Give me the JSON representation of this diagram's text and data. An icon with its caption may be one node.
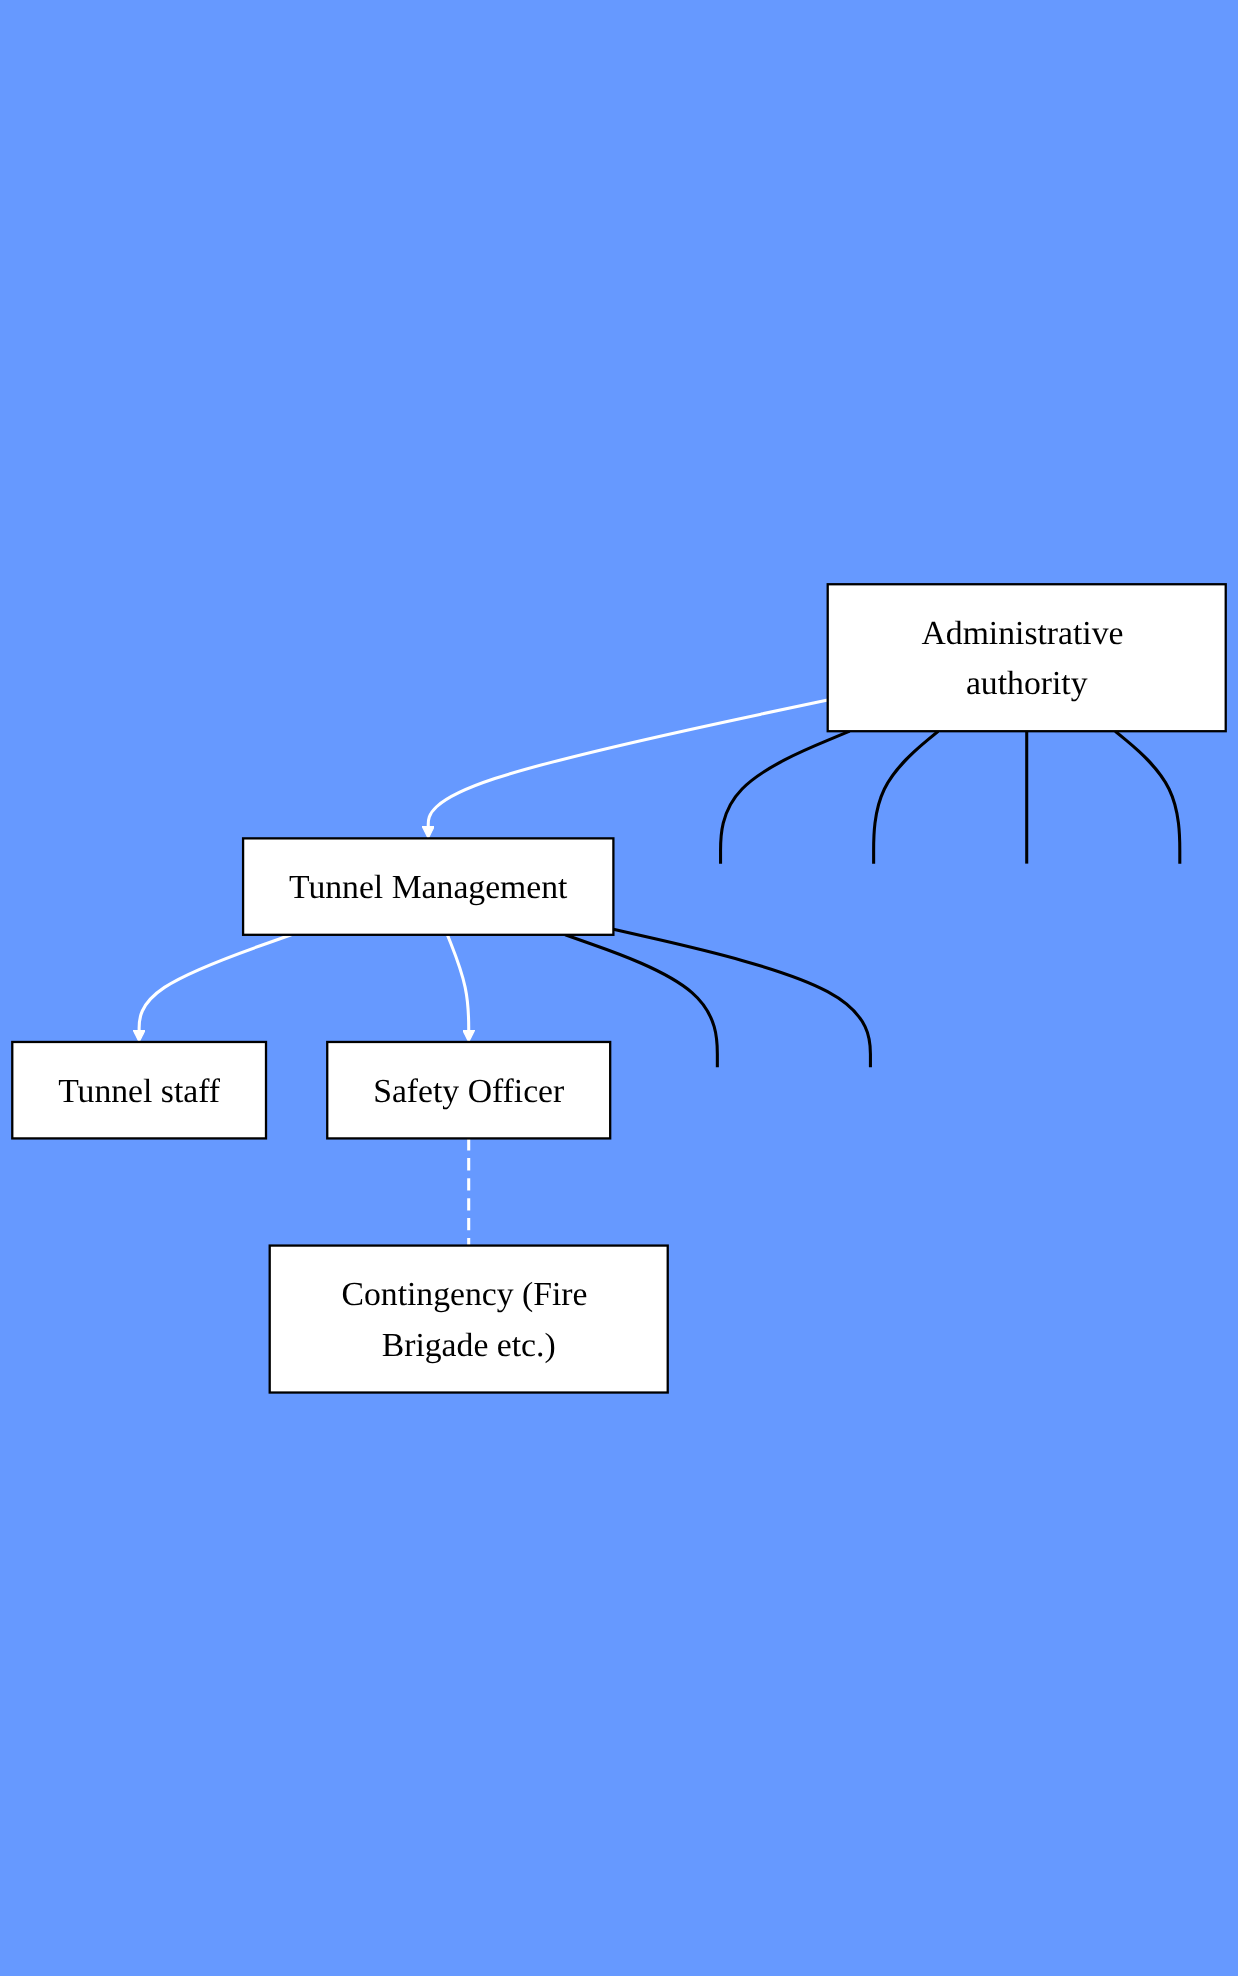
{
  "diagram": {
    "nodes": [
      {
        "text": [
          "Administrative authority"
        ]
      },
      {
        "text": [
          "Tunnel Management"
        ]
      },
      {
        "text": [
          "Tunnel staff"
        ]
      },
      {
        "text": [
          "Safety Officer"
        ]
      },
      {
        "text": [
          "Contingency (Fire Brigade etc.)"
        ]
      }
    ],
    "edges": [
      {
        "from": 0,
        "to": 1,
        "arrow": "to",
        "color": "#ffffff"
      },
      {
        "from": 1,
        "to": 2,
        "arrow": "to",
        "color": "#ffffff"
      },
      {
        "from": 1,
        "to": 3,
        "arrow": "to",
        "color": "#ffffff"
      },
      {
        "from": 3,
        "to": 4,
        "arrow": "none",
        "style": "dashed",
        "color": "#ffffff"
      },
      {
        "from": 0,
        "to": null,
        "arrow": "none"
      },
      {
        "from": 0,
        "to": null,
        "arrow": "none"
      },
      {
        "from": 0,
        "to": null,
        "arrow": "none"
      },
      {
        "from": 0,
        "to": null,
        "arrow": "none"
      },
      {
        "from": 1,
        "to": null,
        "arrow": "none"
      },
      {
        "from": 1,
        "to": null,
        "arrow": "none"
      }
    ]
  }
}
